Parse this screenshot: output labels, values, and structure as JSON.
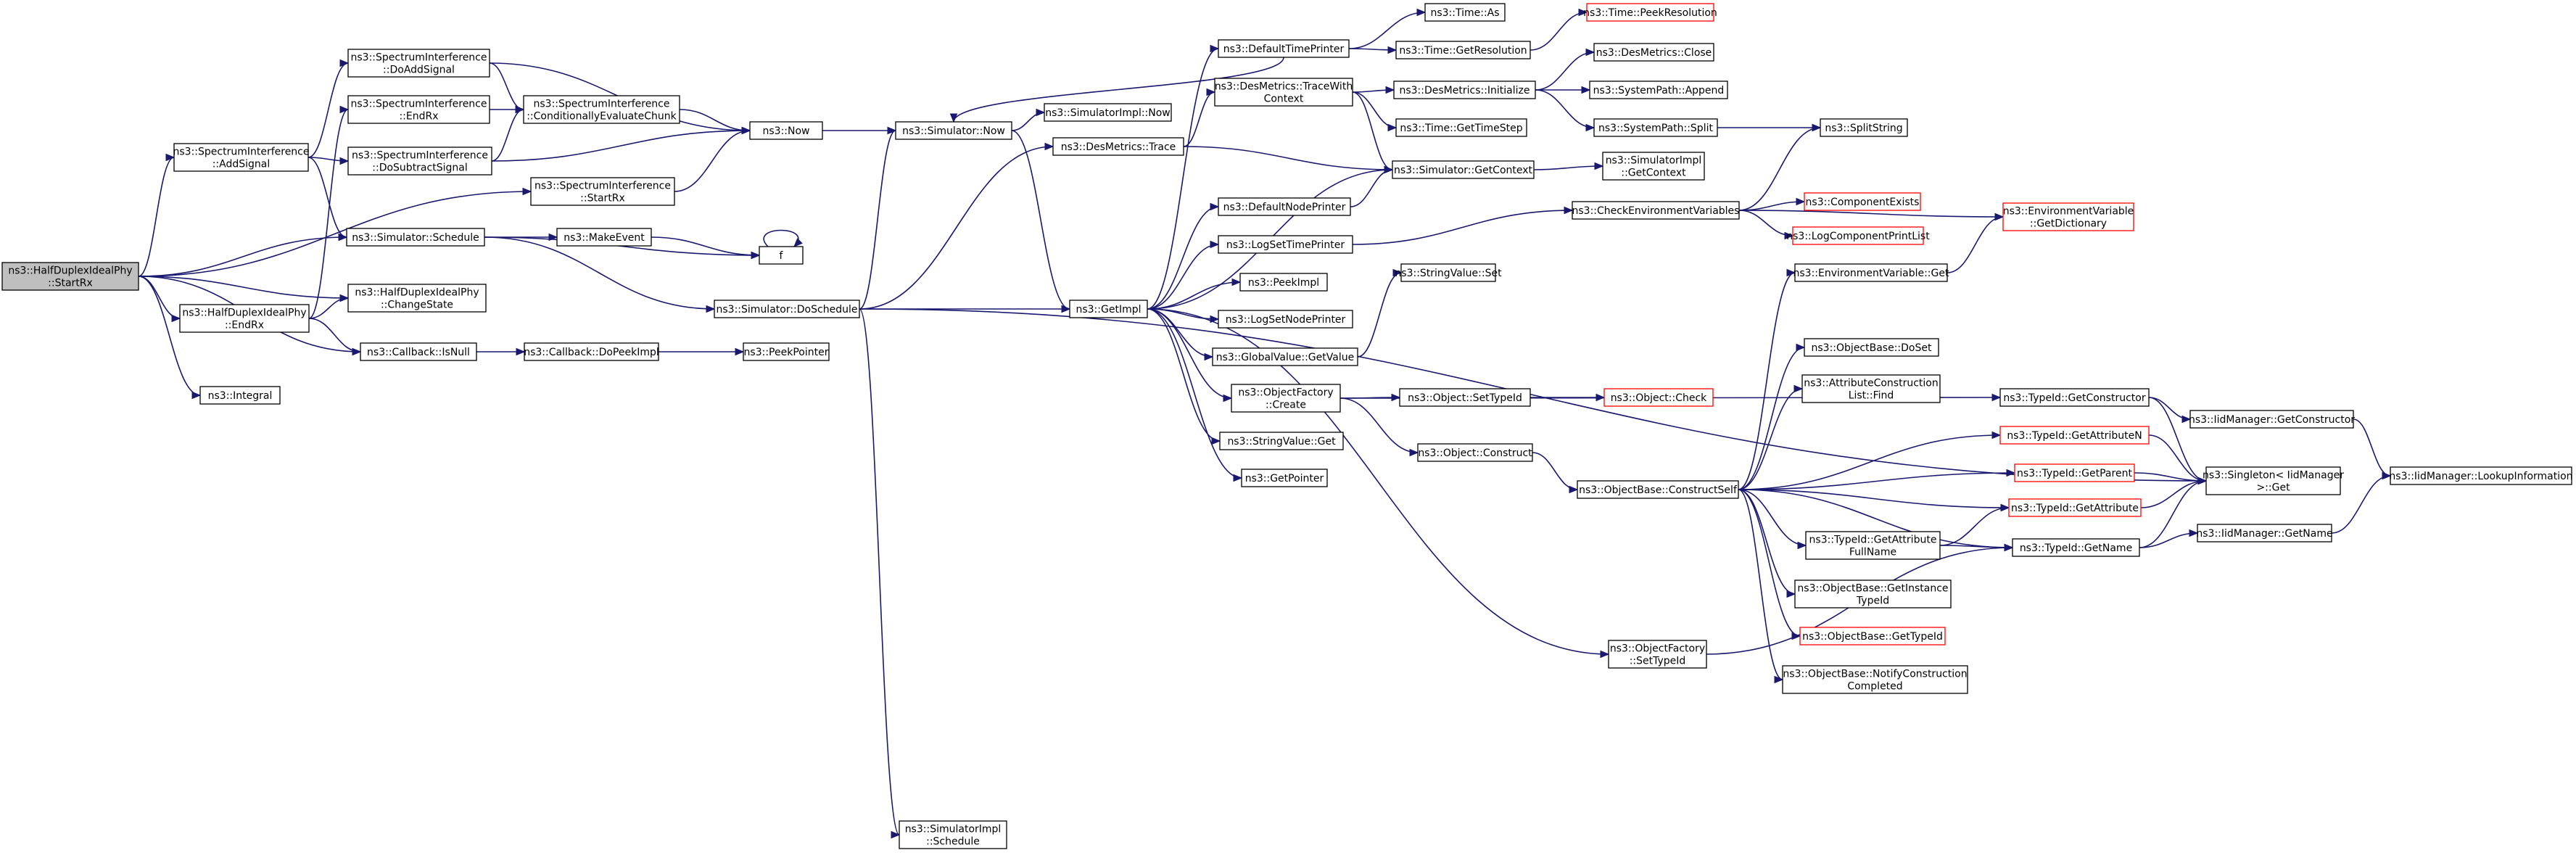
{
  "nodes": [
    {
      "id": "root",
      "lines": [
        "ns3::HalfDuplexIdealPhy",
        "::StartRx"
      ],
      "red": false,
      "root": true
    },
    {
      "id": "si_add",
      "lines": [
        "ns3::SpectrumInterference",
        "::AddSignal"
      ],
      "red": false
    },
    {
      "id": "si_startrx",
      "lines": [
        "ns3::SpectrumInterference",
        "::StartRx"
      ],
      "red": false
    },
    {
      "id": "sched",
      "lines": [
        "ns3::Simulator::Schedule"
      ],
      "red": false
    },
    {
      "id": "chstate",
      "lines": [
        "ns3::HalfDuplexIdealPhy",
        "::ChangeState"
      ],
      "red": false
    },
    {
      "id": "hd_endrx",
      "lines": [
        "ns3::HalfDuplexIdealPhy",
        "::EndRx"
      ],
      "red": false
    },
    {
      "id": "isnull",
      "lines": [
        "ns3::Callback::IsNull"
      ],
      "red": false
    },
    {
      "id": "integral",
      "lines": [
        "ns3::Integral"
      ],
      "red": false
    },
    {
      "id": "si_doadd",
      "lines": [
        "ns3::SpectrumInterference",
        "::DoAddSignal"
      ],
      "red": false
    },
    {
      "id": "si_endrx",
      "lines": [
        "ns3::SpectrumInterference",
        "::EndRx"
      ],
      "red": false
    },
    {
      "id": "si_dosub",
      "lines": [
        "ns3::SpectrumInterference",
        "::DoSubtractSignal"
      ],
      "red": false
    },
    {
      "id": "si_cond",
      "lines": [
        "ns3::SpectrumInterference",
        "::ConditionallyEvaluateChunk"
      ],
      "red": false
    },
    {
      "id": "now",
      "lines": [
        "ns3::Now"
      ],
      "red": false
    },
    {
      "id": "mkevent",
      "lines": [
        "ns3::MakeEvent"
      ],
      "red": false
    },
    {
      "id": "f",
      "lines": [
        "f"
      ],
      "red": false
    },
    {
      "id": "dosched",
      "lines": [
        "ns3::Simulator::DoSchedule"
      ],
      "red": false
    },
    {
      "id": "dopeek",
      "lines": [
        "ns3::Callback::DoPeekImpl"
      ],
      "red": false
    },
    {
      "id": "peekptr",
      "lines": [
        "ns3::PeekPointer"
      ],
      "red": false
    },
    {
      "id": "simnow",
      "lines": [
        "ns3::Simulator::Now"
      ],
      "red": false
    },
    {
      "id": "simimplnow",
      "lines": [
        "ns3::SimulatorImpl::Now"
      ],
      "red": false
    },
    {
      "id": "simimplsched",
      "lines": [
        "ns3::SimulatorImpl",
        "::Schedule"
      ],
      "red": false
    },
    {
      "id": "getimpl",
      "lines": [
        "ns3::GetImpl"
      ],
      "red": false
    },
    {
      "id": "dmtrace",
      "lines": [
        "ns3::DesMetrics::Trace"
      ],
      "red": false
    },
    {
      "id": "deftime",
      "lines": [
        "ns3::DefaultTimePrinter"
      ],
      "red": false
    },
    {
      "id": "dmtracewith",
      "lines": [
        "ns3::DesMetrics::TraceWith",
        "Context"
      ],
      "red": false
    },
    {
      "id": "defnode",
      "lines": [
        "ns3::DefaultNodePrinter"
      ],
      "red": false
    },
    {
      "id": "logsettime",
      "lines": [
        "ns3::LogSetTimePrinter"
      ],
      "red": false
    },
    {
      "id": "peekimpl",
      "lines": [
        "ns3::PeekImpl"
      ],
      "red": false
    },
    {
      "id": "logsetnode",
      "lines": [
        "ns3::LogSetNodePrinter"
      ],
      "red": false
    },
    {
      "id": "gvget",
      "lines": [
        "ns3::GlobalValue::GetValue"
      ],
      "red": false
    },
    {
      "id": "ofcreate",
      "lines": [
        "ns3::ObjectFactory",
        "::Create"
      ],
      "red": false
    },
    {
      "id": "svget",
      "lines": [
        "ns3::StringValue::Get"
      ],
      "red": false
    },
    {
      "id": "getptr",
      "lines": [
        "ns3::GetPointer"
      ],
      "red": false
    },
    {
      "id": "timeas",
      "lines": [
        "ns3::Time::As"
      ],
      "red": false
    },
    {
      "id": "timegetres",
      "lines": [
        "ns3::Time::GetResolution"
      ],
      "red": false
    },
    {
      "id": "timepeek",
      "lines": [
        "ns3::Time::PeekResolution"
      ],
      "red": true
    },
    {
      "id": "dminit",
      "lines": [
        "ns3::DesMetrics::Initialize"
      ],
      "red": false
    },
    {
      "id": "dmclose",
      "lines": [
        "ns3::DesMetrics::Close"
      ],
      "red": false
    },
    {
      "id": "spappend",
      "lines": [
        "ns3::SystemPath::Append"
      ],
      "red": false
    },
    {
      "id": "spsplit",
      "lines": [
        "ns3::SystemPath::Split"
      ],
      "red": false
    },
    {
      "id": "timestep",
      "lines": [
        "ns3::Time::GetTimeStep"
      ],
      "red": false
    },
    {
      "id": "simgetctx",
      "lines": [
        "ns3::Simulator::GetContext"
      ],
      "red": false
    },
    {
      "id": "simimplctx",
      "lines": [
        "ns3::SimulatorImpl",
        "::GetContext"
      ],
      "red": false
    },
    {
      "id": "splitstr",
      "lines": [
        "ns3::SplitString"
      ],
      "red": false
    },
    {
      "id": "checkenv",
      "lines": [
        "ns3::CheckEnvironmentVariables"
      ],
      "red": false
    },
    {
      "id": "compexists",
      "lines": [
        "ns3::ComponentExists"
      ],
      "red": true
    },
    {
      "id": "logcomp",
      "lines": [
        "ns3::LogComponentPrintList"
      ],
      "red": true
    },
    {
      "id": "envdict",
      "lines": [
        "ns3::EnvironmentVariable",
        "::GetDictionary"
      ],
      "red": true
    },
    {
      "id": "envget",
      "lines": [
        "ns3::EnvironmentVariable::Get"
      ],
      "red": false
    },
    {
      "id": "svset",
      "lines": [
        "ns3::StringValue::Set"
      ],
      "red": false
    },
    {
      "id": "objsettid",
      "lines": [
        "ns3::Object::SetTypeId"
      ],
      "red": false
    },
    {
      "id": "objcheck",
      "lines": [
        "ns3::Object::Check"
      ],
      "red": true
    },
    {
      "id": "objconstruct",
      "lines": [
        "ns3::Object::Construct"
      ],
      "red": false
    },
    {
      "id": "obconstructself",
      "lines": [
        "ns3::ObjectBase::ConstructSelf"
      ],
      "red": false
    },
    {
      "id": "obdoset",
      "lines": [
        "ns3::ObjectBase::DoSet"
      ],
      "red": false
    },
    {
      "id": "acfind",
      "lines": [
        "ns3::AttributeConstruction",
        "List::Find"
      ],
      "red": false
    },
    {
      "id": "tidgetctor",
      "lines": [
        "ns3::TypeId::GetConstructor"
      ],
      "red": false
    },
    {
      "id": "tidgetattrn",
      "lines": [
        "ns3::TypeId::GetAttributeN"
      ],
      "red": true
    },
    {
      "id": "tidgetparent",
      "lines": [
        "ns3::TypeId::GetParent"
      ],
      "red": true
    },
    {
      "id": "tidgetattr",
      "lines": [
        "ns3::TypeId::GetAttribute"
      ],
      "red": true
    },
    {
      "id": "tidgetattrfull",
      "lines": [
        "ns3::TypeId::GetAttribute",
        "FullName"
      ],
      "red": false
    },
    {
      "id": "tidgetname",
      "lines": [
        "ns3::TypeId::GetName"
      ],
      "red": false
    },
    {
      "id": "obgetinst",
      "lines": [
        "ns3::ObjectBase::GetInstance",
        "TypeId"
      ],
      "red": false
    },
    {
      "id": "obgettid",
      "lines": [
        "ns3::ObjectBase::GetTypeId"
      ],
      "red": true
    },
    {
      "id": "obnotify",
      "lines": [
        "ns3::ObjectBase::NotifyConstruction",
        "Completed"
      ],
      "red": false
    },
    {
      "id": "ofsettid",
      "lines": [
        "ns3::ObjectFactory",
        "::SetTypeId"
      ],
      "red": false
    },
    {
      "id": "iidgetctor",
      "lines": [
        "ns3::IidManager::GetConstructor"
      ],
      "red": false
    },
    {
      "id": "singleton",
      "lines": [
        "ns3::Singleton< IidManager",
        " >::Get"
      ],
      "red": false
    },
    {
      "id": "iidgetname",
      "lines": [
        "ns3::IidManager::GetName"
      ],
      "red": false
    },
    {
      "id": "iidlookup",
      "lines": [
        "ns3::IidManager::LookupInformation"
      ],
      "red": false
    }
  ],
  "edges": [
    [
      "root",
      "si_add"
    ],
    [
      "root",
      "si_startrx"
    ],
    [
      "root",
      "sched"
    ],
    [
      "root",
      "chstate"
    ],
    [
      "root",
      "hd_endrx"
    ],
    [
      "root",
      "isnull"
    ],
    [
      "root",
      "integral"
    ],
    [
      "si_add",
      "si_doadd"
    ],
    [
      "si_add",
      "si_dosub"
    ],
    [
      "si_add",
      "sched"
    ],
    [
      "si_startrx",
      "now"
    ],
    [
      "sched",
      "mkevent"
    ],
    [
      "sched",
      "f"
    ],
    [
      "sched",
      "dosched"
    ],
    [
      "hd_endrx",
      "si_endrx"
    ],
    [
      "hd_endrx",
      "chstate"
    ],
    [
      "hd_endrx",
      "isnull"
    ],
    [
      "isnull",
      "dopeek"
    ],
    [
      "dopeek",
      "peekptr"
    ],
    [
      "si_doadd",
      "si_cond"
    ],
    [
      "si_doadd",
      "now"
    ],
    [
      "si_endrx",
      "si_cond"
    ],
    [
      "si_dosub",
      "si_cond"
    ],
    [
      "si_dosub",
      "now"
    ],
    [
      "si_cond",
      "now"
    ],
    [
      "now",
      "simnow"
    ],
    [
      "mkevent",
      "f"
    ],
    [
      "f",
      "f"
    ],
    [
      "dosched",
      "simnow"
    ],
    [
      "dosched",
      "dmtrace"
    ],
    [
      "dosched",
      "getimpl"
    ],
    [
      "dosched",
      "simimplsched"
    ],
    [
      "dosched",
      "singleton"
    ],
    [
      "simnow",
      "simimplnow"
    ],
    [
      "simnow",
      "getimpl"
    ],
    [
      "dmtrace",
      "dmtracewith"
    ],
    [
      "dmtrace",
      "simgetctx"
    ],
    [
      "deftime",
      "simnow"
    ],
    [
      "deftime",
      "timeas"
    ],
    [
      "deftime",
      "timegetres"
    ],
    [
      "timegetres",
      "timepeek"
    ],
    [
      "dmtracewith",
      "dminit"
    ],
    [
      "dmtracewith",
      "timestep"
    ],
    [
      "dmtracewith",
      "simgetctx"
    ],
    [
      "dminit",
      "dmclose"
    ],
    [
      "dminit",
      "spappend"
    ],
    [
      "dminit",
      "spsplit"
    ],
    [
      "spsplit",
      "splitstr"
    ],
    [
      "simgetctx",
      "simimplctx"
    ],
    [
      "getimpl",
      "deftime"
    ],
    [
      "getimpl",
      "simgetctx"
    ],
    [
      "getimpl",
      "defnode"
    ],
    [
      "getimpl",
      "logsettime"
    ],
    [
      "getimpl",
      "peekimpl"
    ],
    [
      "getimpl",
      "logsetnode"
    ],
    [
      "getimpl",
      "gvget"
    ],
    [
      "getimpl",
      "ofcreate"
    ],
    [
      "getimpl",
      "svget"
    ],
    [
      "getimpl",
      "getptr"
    ],
    [
      "getimpl",
      "ofsettid"
    ],
    [
      "defnode",
      "simgetctx"
    ],
    [
      "logsettime",
      "checkenv"
    ],
    [
      "checkenv",
      "splitstr"
    ],
    [
      "checkenv",
      "envdict"
    ],
    [
      "checkenv",
      "compexists"
    ],
    [
      "checkenv",
      "logcomp"
    ],
    [
      "gvget",
      "svset"
    ],
    [
      "ofcreate",
      "objsettid"
    ],
    [
      "ofcreate",
      "objconstruct"
    ],
    [
      "ofcreate",
      "tidgetctor"
    ],
    [
      "objsettid",
      "objcheck"
    ],
    [
      "objconstruct",
      "obconstructself"
    ],
    [
      "obconstructself",
      "envget"
    ],
    [
      "obconstructself",
      "obdoset"
    ],
    [
      "obconstructself",
      "acfind"
    ],
    [
      "obconstructself",
      "tidgetattrn"
    ],
    [
      "obconstructself",
      "tidgetparent"
    ],
    [
      "obconstructself",
      "tidgetattr"
    ],
    [
      "obconstructself",
      "tidgetattrfull"
    ],
    [
      "obconstructself",
      "obgetinst"
    ],
    [
      "obconstructself",
      "obgettid"
    ],
    [
      "obconstructself",
      "obnotify"
    ],
    [
      "obconstructself",
      "tidgetname"
    ],
    [
      "envget",
      "envdict"
    ],
    [
      "tidgetctor",
      "iidgetctor"
    ],
    [
      "tidgetctor",
      "singleton"
    ],
    [
      "tidgetattrn",
      "singleton"
    ],
    [
      "tidgetparent",
      "singleton"
    ],
    [
      "tidgetattr",
      "singleton"
    ],
    [
      "tidgetattrfull",
      "tidgetattr"
    ],
    [
      "tidgetattrfull",
      "tidgetname"
    ],
    [
      "tidgetname",
      "iidgetname"
    ],
    [
      "tidgetname",
      "singleton"
    ],
    [
      "ofsettid",
      "tidgetname"
    ],
    [
      "iidgetctor",
      "iidlookup"
    ],
    [
      "iidgetname",
      "iidlookup"
    ]
  ]
}
